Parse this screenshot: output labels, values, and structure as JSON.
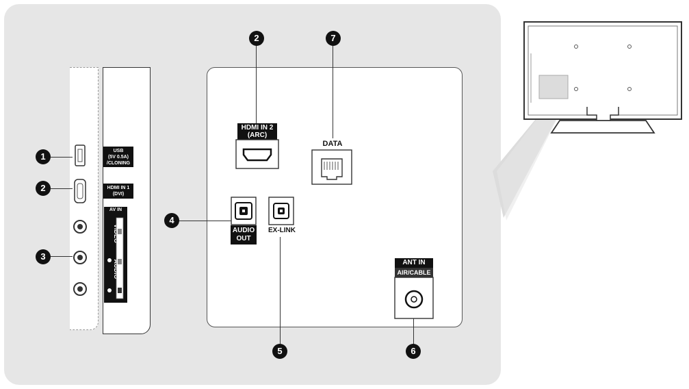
{
  "callouts": {
    "n1": "1",
    "n2_side": "2",
    "n3": "3",
    "n4": "4",
    "n2_top": "2",
    "n7": "7",
    "n5": "5",
    "n6": "6"
  },
  "side_labels": {
    "usb_line1": "USB",
    "usb_line2": "(5V 0.5A)",
    "usb_line3": "/CLONING",
    "hdmi_line1": "HDMI IN 1",
    "hdmi_line2": "(DVI)",
    "av_in": "AV IN",
    "video": "VIDEO",
    "audio": "AUDIO"
  },
  "rear_labels": {
    "hdmi2_line1": "HDMI IN 2",
    "hdmi2_line2": "(ARC)",
    "data": "DATA",
    "audio_out_line1": "AUDIO",
    "audio_out_line2": "OUT",
    "ex_link": "EX-LINK",
    "ant_in": "ANT IN",
    "air_cable": "AIR/CABLE"
  },
  "colors": {
    "panel_background": "#e6e6e6",
    "label_fill": "#111111",
    "line": "#333333"
  }
}
